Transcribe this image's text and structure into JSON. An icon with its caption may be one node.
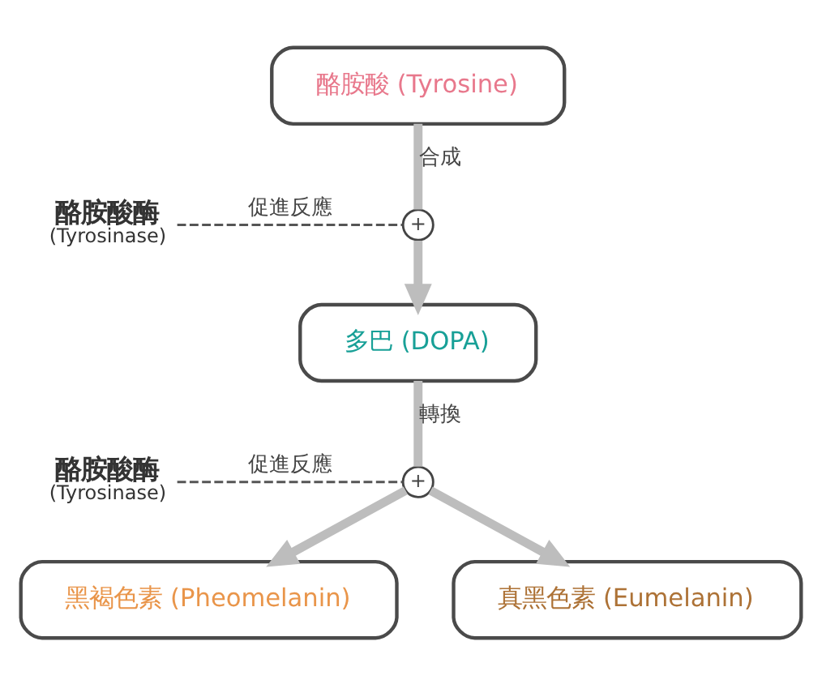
{
  "diagram": {
    "nodes": [
      {
        "text": [
          "酪胺酸 (Tyrosine)"
        ]
      },
      {
        "text": [
          "酪胺酸酶",
          "(Tyrosinase)"
        ]
      },
      {
        "text": [
          "+"
        ]
      },
      {
        "text": [
          "多巴 (DOPA)"
        ]
      },
      {
        "text": [
          "酪胺酸酶",
          "(Tyrosinase)"
        ]
      },
      {
        "text": [
          "+"
        ]
      },
      {
        "text": [
          "黑褐色素 (Pheomelanin)"
        ]
      },
      {
        "text": [
          "真黑色素 (Eumelanin)"
        ]
      }
    ],
    "edges": [
      {
        "from": 0,
        "to": 2,
        "arrow": "none",
        "label": "合成"
      },
      {
        "from": 2,
        "to": 3,
        "arrow": "to"
      },
      {
        "from": 1,
        "to": 2,
        "arrow": "none",
        "label": "促進反應",
        "style": "dashed",
        "color": "#555555"
      },
      {
        "from": 3,
        "to": 5,
        "arrow": "none",
        "label": "轉換"
      },
      {
        "from": 5,
        "to": 6,
        "arrow": "to"
      },
      {
        "from": 5,
        "to": 7,
        "arrow": "to"
      },
      {
        "from": 4,
        "to": 5,
        "arrow": "none",
        "label": "促進反應",
        "style": "dashed",
        "color": "#555555"
      }
    ]
  }
}
